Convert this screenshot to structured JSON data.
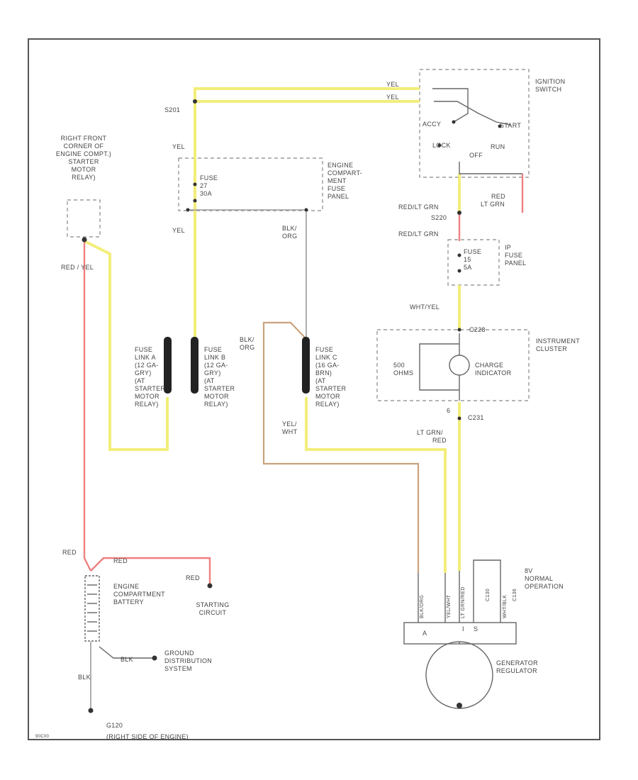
{
  "labels": {
    "s201": "S201",
    "yel_top1": "YEL",
    "yel_top2": "YEL",
    "ignition": [
      "IGNITION",
      "SWITCH"
    ],
    "accy": "ACCY",
    "start": "START",
    "lock": "LOCK",
    "run": "RUN",
    "off": "OFF",
    "yel_left": "YEL",
    "fuse_27": [
      "FUSE",
      "27",
      "30A"
    ],
    "engine_panel": [
      "ENGINE",
      "COMPART-",
      "MENT",
      "FUSE",
      "PANEL"
    ],
    "starter_relay": [
      "RIGHT FRONT",
      "CORNER OF",
      "ENGINE COMPT.)",
      "STARTER",
      "MOTOR",
      "RELAY)"
    ],
    "red_ltgrn_a": "RED/LT GRN",
    "s220": "S220",
    "red_ltgrn_b": "RED/LT GRN",
    "red_ltgrn_c": [
      "RED",
      "LT GRN"
    ],
    "ip_fuse": [
      "IP",
      "FUSE",
      "PANEL"
    ],
    "fuse_15": [
      "FUSE",
      "15",
      "5A"
    ],
    "red_yel": "RED / YEL",
    "yel_mid": "YEL",
    "blk_org1": [
      "BLK/",
      "ORG"
    ],
    "blk_org2": [
      "BLK/",
      "ORG"
    ],
    "fuse_link_a": [
      "FUSE",
      "LINK A",
      "(12 GA-",
      "GRY)",
      "(AT",
      "STARTER",
      "MOTOR",
      "RELAY)"
    ],
    "fuse_link_b": [
      "FUSE",
      "LINK B",
      "(12 GA-",
      "GRY)",
      "(AT",
      "STARTER",
      "MOTOR",
      "RELAY)"
    ],
    "fuse_link_c": [
      "FUSE",
      "LINK C",
      "(16 GA-",
      "BRN)",
      "(AT",
      "STARTER",
      "MOTOR",
      "RELAY)"
    ],
    "wht_yel": "WHT/YEL",
    "c228": "C228",
    "instrument_cluster": [
      "INSTRUMENT",
      "CLUSTER"
    ],
    "ohms": [
      "500",
      "OHMS"
    ],
    "charge_indicator": [
      "CHARGE",
      "INDICATOR"
    ],
    "num_6": "6",
    "c231": "C231",
    "yel_wht": [
      "YEL/",
      "WHT"
    ],
    "lt_grn_red": [
      "LT GRN/",
      "RED"
    ],
    "red_a": "RED",
    "red_b": "RED",
    "red_c": "RED",
    "battery": [
      "ENGINE",
      "COMPARTMENT",
      "BATTERY"
    ],
    "starting_circuit": [
      "STARTING",
      "CIRCUIT"
    ],
    "blk_a": "BLK",
    "blk_b": "BLK",
    "ground_dist": [
      "GROUND",
      "DISTRIBUTION",
      "SYSTEM"
    ],
    "g120": "G120",
    "right_side": "(RIGHT SIDE OF ENGINE)",
    "normal_op": [
      "8V",
      "NORMAL",
      "OPERATION"
    ],
    "generator": [
      "GENERATOR",
      "REGULATOR"
    ],
    "gen_term": [
      "A",
      "I",
      "S"
    ],
    "gen_wires": [
      "BLK/ORG",
      "YEL/WHT",
      "LT GRN/RED",
      "WHT/BLK",
      "C130",
      "C136"
    ],
    "code": "90C00"
  }
}
